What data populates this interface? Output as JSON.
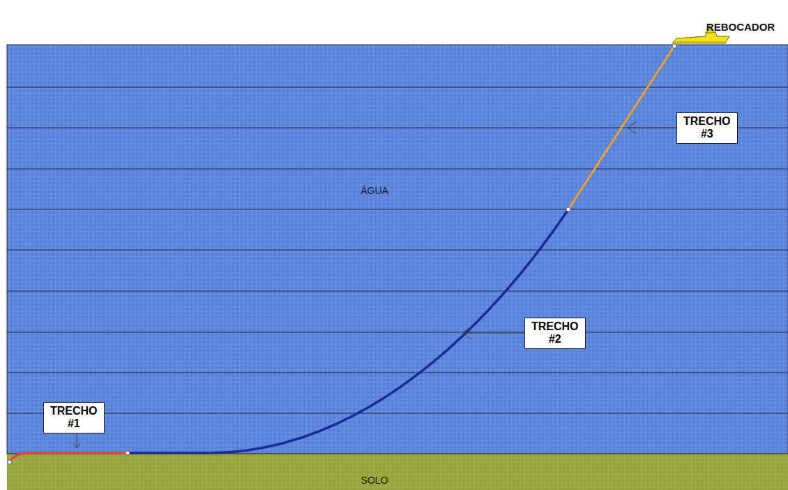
{
  "diagram": {
    "nodes": [
      {
        "text": [
          "TRECHO #1"
        ]
      },
      {
        "text": [
          "TRECHO #2"
        ]
      },
      {
        "text": [
          "TRECHO #3"
        ]
      }
    ],
    "labels": [
      "REBOCADOR",
      "ÁGUA",
      "SOLO"
    ]
  }
}
